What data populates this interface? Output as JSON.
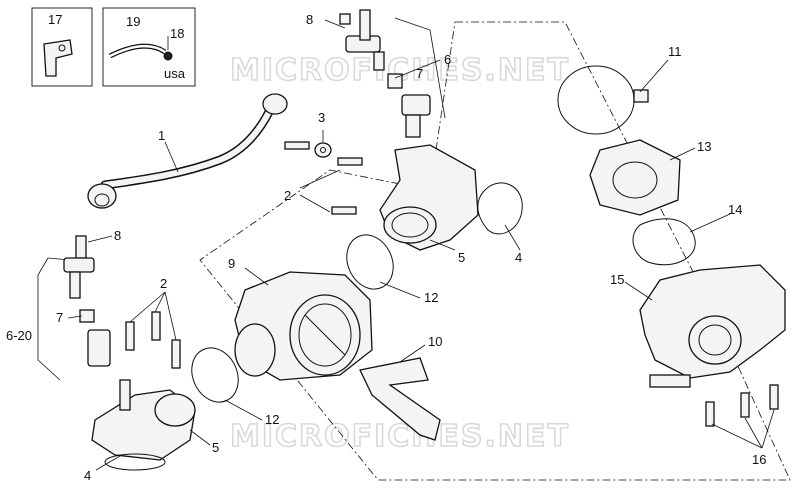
{
  "watermark": "MICROFICHES.NET",
  "callouts": [
    {
      "id": "c17",
      "text": "17"
    },
    {
      "id": "c19",
      "text": "19"
    },
    {
      "id": "c18",
      "text": "18"
    },
    {
      "id": "cusa",
      "text": "usa"
    },
    {
      "id": "c8a",
      "text": "8"
    },
    {
      "id": "c6a",
      "text": "6"
    },
    {
      "id": "c7a",
      "text": "7"
    },
    {
      "id": "c3",
      "text": "3"
    },
    {
      "id": "c1",
      "text": "1"
    },
    {
      "id": "c2a",
      "text": "2"
    },
    {
      "id": "c5a",
      "text": "5"
    },
    {
      "id": "c4a",
      "text": "4"
    },
    {
      "id": "c11",
      "text": "11"
    },
    {
      "id": "c13",
      "text": "13"
    },
    {
      "id": "c14",
      "text": "14"
    },
    {
      "id": "c15",
      "text": "15"
    },
    {
      "id": "c8b",
      "text": "8"
    },
    {
      "id": "c620",
      "text": "6-20"
    },
    {
      "id": "c7b",
      "text": "7"
    },
    {
      "id": "c2b",
      "text": "2"
    },
    {
      "id": "c9",
      "text": "9"
    },
    {
      "id": "c12a",
      "text": "12"
    },
    {
      "id": "c10",
      "text": "10"
    },
    {
      "id": "c12b",
      "text": "12"
    },
    {
      "id": "c5b",
      "text": "5"
    },
    {
      "id": "c4b",
      "text": "4"
    },
    {
      "id": "c16",
      "text": "16"
    }
  ]
}
